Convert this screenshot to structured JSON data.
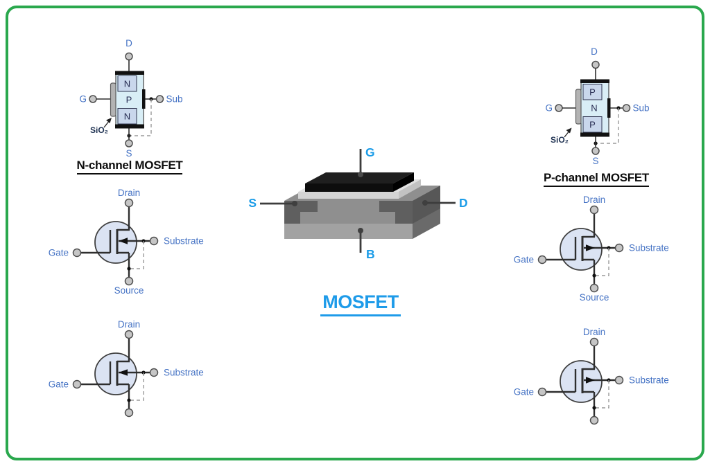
{
  "frame": {
    "border_color": "#2aa84d",
    "background": "#ffffff"
  },
  "colors": {
    "label_blue": "#4472c4",
    "accent_cyan": "#1b9ce8",
    "layer_navy": "#272c52",
    "symbol_fill": "#dbe3f3"
  },
  "n_structure": {
    "title": "N-channel MOSFET",
    "terminal_top": "D",
    "terminal_left": "G",
    "terminal_right": "Sub",
    "terminal_bottom": "S",
    "oxide_label": "SiO₂",
    "layer_top": "N",
    "layer_middle": "P",
    "layer_bottom": "N"
  },
  "p_structure": {
    "title": "P-channel MOSFET",
    "terminal_top": "D",
    "terminal_left": "G",
    "terminal_right": "Sub",
    "terminal_bottom": "S",
    "oxide_label": "SiO₂",
    "layer_top": "P",
    "layer_middle": "N",
    "layer_bottom": "P"
  },
  "center_diagram": {
    "title": "MOSFET",
    "gate": "G",
    "source": "S",
    "drain": "D",
    "body": "B"
  },
  "symbols": [
    {
      "variant": "n-channel",
      "drain": "Drain",
      "gate": "Gate",
      "substrate": "Substrate",
      "source": "Source"
    },
    {
      "variant": "n-channel",
      "drain": "Drain",
      "gate": "Gate",
      "substrate": "Substrate"
    },
    {
      "variant": "p-channel",
      "drain": "Drain",
      "gate": "Gate",
      "substrate": "Substrate",
      "source": "Source"
    },
    {
      "variant": "p-channel",
      "drain": "Drain",
      "gate": "Gate",
      "substrate": "Substrate"
    }
  ]
}
